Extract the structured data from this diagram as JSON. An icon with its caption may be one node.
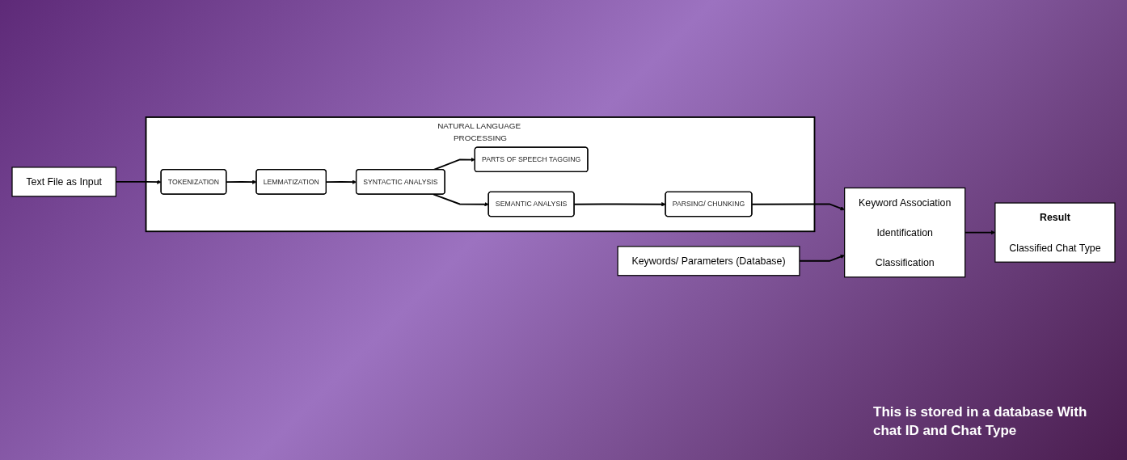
{
  "diagram": {
    "nodes": [
      {
        "text": [
          "Text File as Input"
        ]
      },
      {
        "text": [
          "NATURAL LANGUAGE PROCESSING"
        ]
      },
      {
        "text": [
          "TOKENIZATION"
        ],
        "in": 1
      },
      {
        "text": [
          "LEMMATIZATION"
        ],
        "in": 1
      },
      {
        "text": [
          "SYNTACTIC ANALYSIS"
        ],
        "in": 1
      },
      {
        "text": [
          "PARTS OF SPEECH TAGGING"
        ],
        "in": 1
      },
      {
        "text": [
          "SEMANTIC ANALYSIS"
        ],
        "in": 1
      },
      {
        "text": [
          "PARSING/ CHUNKING"
        ],
        "in": 1
      },
      {
        "text": [
          "Keyword Association",
          "Identification",
          "Classification"
        ]
      },
      {
        "text": [
          "Result",
          "Classified Chat Type"
        ]
      },
      {
        "text": [
          "Keywords/ Parameters (Database)"
        ]
      }
    ],
    "edges": [
      {
        "from": 0,
        "to": 2,
        "arrow": "to"
      },
      {
        "from": 2,
        "to": 3,
        "arrow": "to"
      },
      {
        "from": 3,
        "to": 4,
        "arrow": "to"
      },
      {
        "from": 4,
        "to": 5,
        "arrow": "to"
      },
      {
        "from": 4,
        "to": 6,
        "arrow": "to"
      },
      {
        "from": 6,
        "to": 7,
        "arrow": "to"
      },
      {
        "from": 7,
        "to": 8,
        "arrow": "to"
      },
      {
        "from": 8,
        "to": 9,
        "arrow": "to"
      },
      {
        "from": 10,
        "to": 8,
        "arrow": "to"
      }
    ],
    "labels": [
      "This is stored in a database With chat ID and Chat Type"
    ]
  }
}
